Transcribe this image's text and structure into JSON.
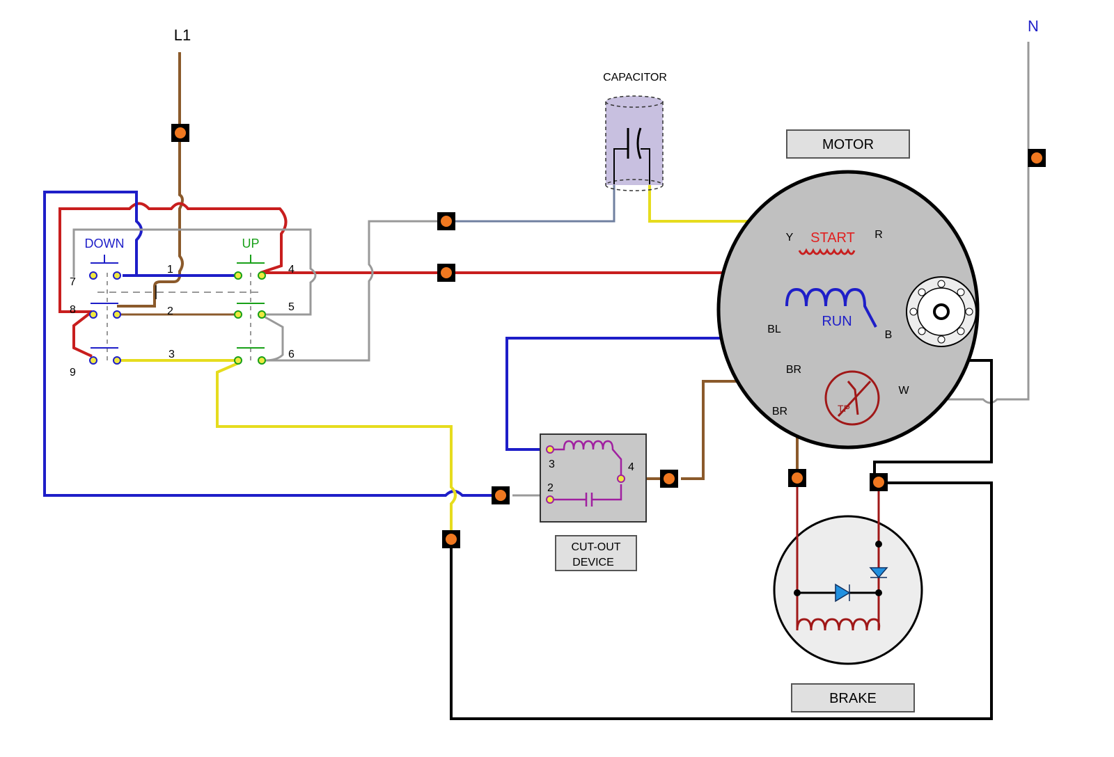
{
  "supply": {
    "line_label": "L1",
    "neutral_label": "N"
  },
  "capacitor": {
    "label": "CAPACITOR"
  },
  "motor": {
    "label": "MOTOR",
    "start_winding": "START",
    "run_winding": "RUN",
    "thermal_protector": "TP",
    "terminals": {
      "yellow": "Y",
      "red": "R",
      "blue": "BL",
      "black": "B",
      "brown_top": "BR",
      "brown_bottom": "BR",
      "white": "W"
    }
  },
  "switch": {
    "down_label": "DOWN",
    "up_label": "UP",
    "terminals": [
      "1",
      "2",
      "3",
      "4",
      "5",
      "6",
      "7",
      "8",
      "9"
    ]
  },
  "cutout": {
    "label_line1": "CUT-OUT",
    "label_line2": "DEVICE",
    "terminals": [
      "3",
      "2",
      "4"
    ]
  },
  "brake": {
    "label": "BRAKE"
  },
  "colors": {
    "brown": "#8B5A2B",
    "red": "#C81E1E",
    "blue": "#1E1EC8",
    "yellow": "#E6DC1E",
    "gray": "#999999",
    "black": "#000000",
    "connector": "#F07820",
    "motor_body": "#C0C0C0",
    "capacitor_body": "#C8C0E0",
    "label_box": "#E0E0E0"
  }
}
